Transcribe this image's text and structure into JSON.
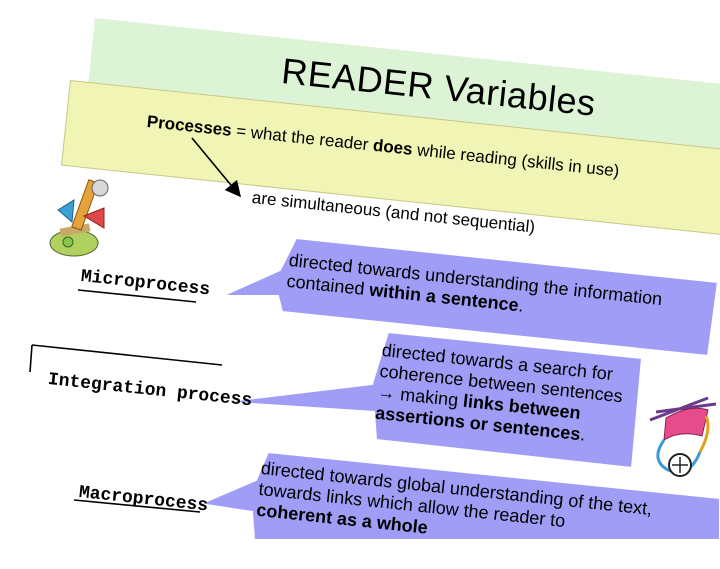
{
  "title": "READER Variables",
  "definition": {
    "term": "Processes",
    "part1": " = what the reader ",
    "emphasis": "does",
    "part2": " while reading (skills in use)"
  },
  "simultaneous": "are simultaneous (and not sequential)",
  "processes": [
    {
      "label": "Microprocess",
      "line1": "directed towards understanding the information",
      "line2_plain": "contained ",
      "line2_bold": "within a sentence",
      "line2_end": "."
    },
    {
      "label": "Integration process",
      "line1": "directed towards a search for",
      "line2": "coherence between sentences",
      "line3_plain": "→ making ",
      "line3_bold": "links between",
      "line4_bold": "assertions or sentences",
      "line4_end": "."
    },
    {
      "label": "Macroprocess",
      "line1": "directed towards global understanding of the text,",
      "line2": "towards links which allow the reader to",
      "line3_bold": "coherent as a whole"
    }
  ],
  "colors": {
    "title_band": "#ddf3d6",
    "definition_band": "#f0f4b4",
    "callout": "#9f9df5"
  },
  "icons": [
    "microscope-clipart-icon",
    "knitting-clipart-icon"
  ]
}
